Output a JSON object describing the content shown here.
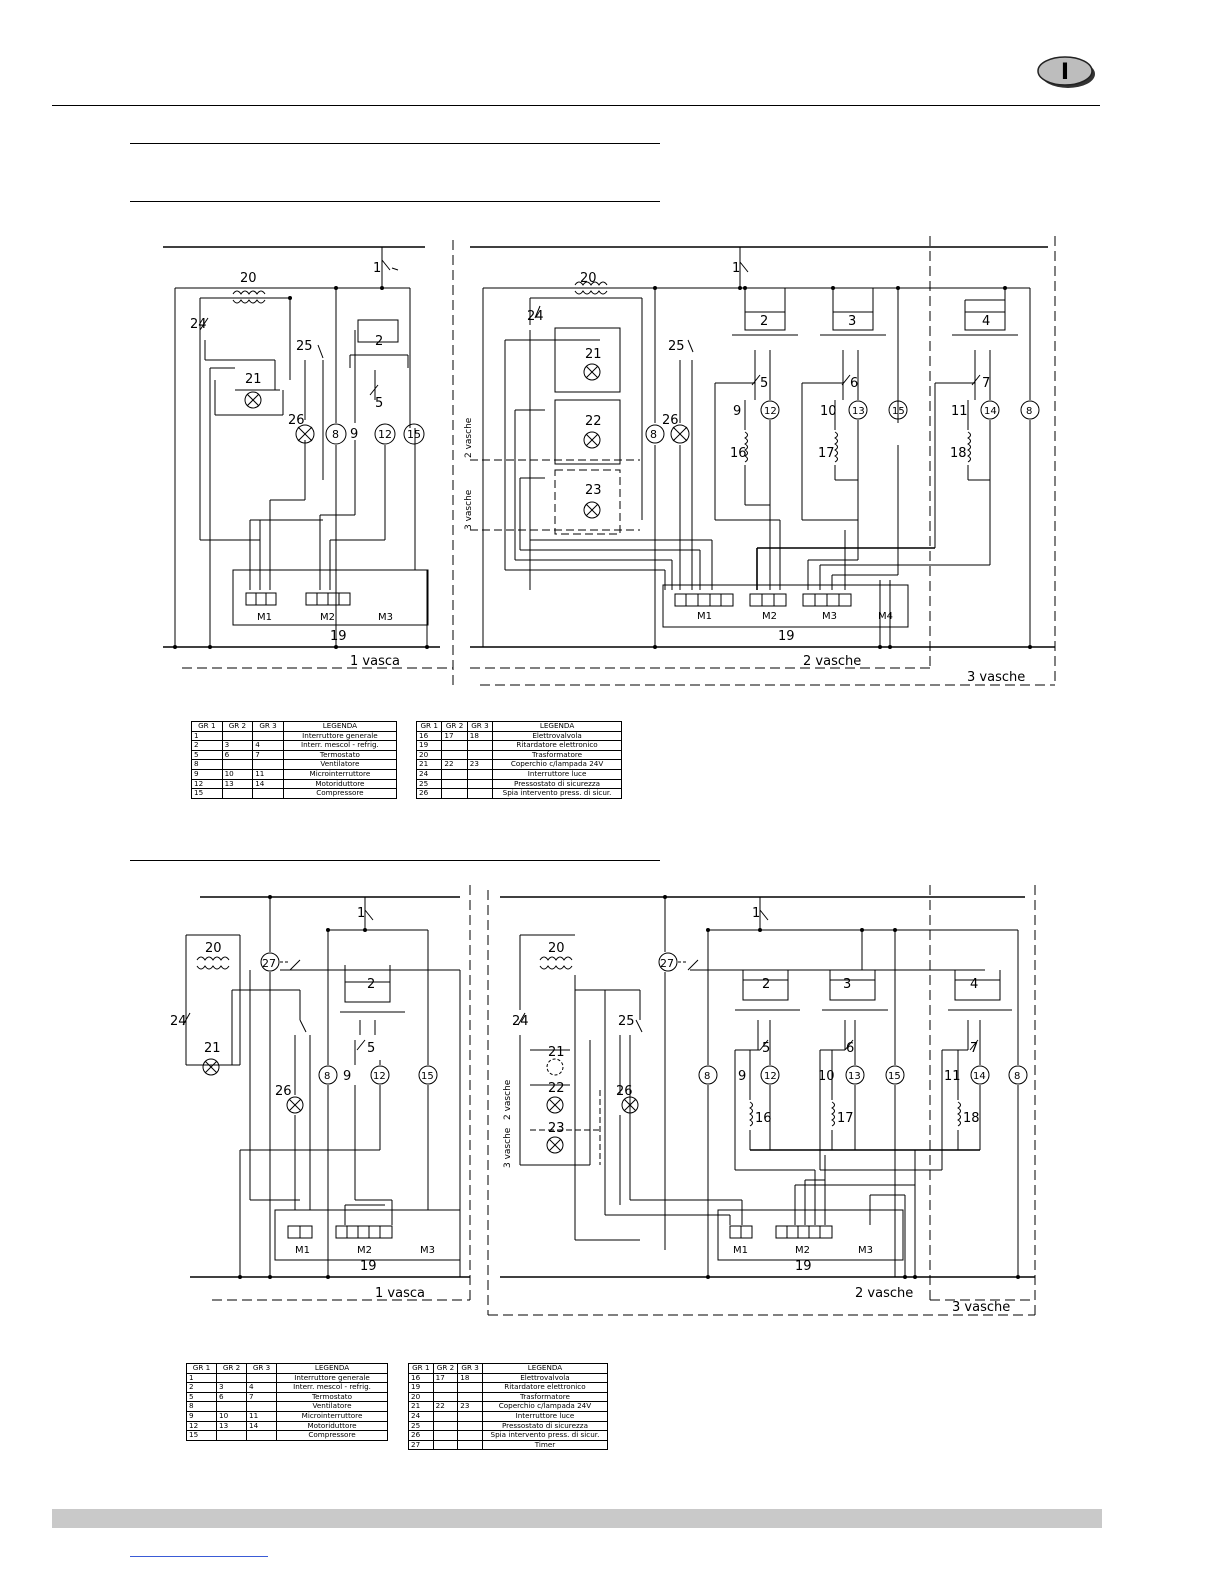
{
  "header": {
    "language_badge": "I"
  },
  "diagram1": {
    "left_label": "1 vasca",
    "mid_label": "2 vasche",
    "right_label": "3 vasche",
    "side_labels": [
      "2 vasche",
      "3 vasche"
    ],
    "labels": [
      "20",
      "24",
      "1",
      "21",
      "25",
      "2",
      "5",
      "26",
      "8",
      "9",
      "12",
      "15",
      "19",
      "M1",
      "M2",
      "M3",
      "22",
      "23",
      "3",
      "4",
      "6",
      "7",
      "10",
      "11",
      "13",
      "14",
      "16",
      "17",
      "18",
      "M4"
    ]
  },
  "diagram2": {
    "left_label": "1 vasca",
    "mid_label": "2 vasche",
    "right_label": "3 vasche",
    "side_labels": [
      "2 vasche",
      "3 vasche"
    ],
    "labels": [
      "20",
      "27",
      "24",
      "21",
      "26",
      "25",
      "1",
      "2",
      "5",
      "8",
      "9",
      "12",
      "15",
      "19",
      "M1",
      "M2",
      "M3",
      "22",
      "23",
      "3",
      "4",
      "6",
      "7",
      "10",
      "11",
      "13",
      "14",
      "16",
      "17",
      "18"
    ]
  },
  "legend1": {
    "headers": [
      "GR 1",
      "GR 2",
      "GR 3",
      "LEGENDA"
    ],
    "left_rows": [
      [
        "1",
        "",
        "",
        "Interruttore generale"
      ],
      [
        "2",
        "3",
        "4",
        "Interr. mescol - refrig."
      ],
      [
        "5",
        "6",
        "7",
        "Termostato"
      ],
      [
        "8",
        "",
        "",
        "Ventilatore"
      ],
      [
        "9",
        "10",
        "11",
        "Microinterruttore"
      ],
      [
        "12",
        "13",
        "14",
        "Motoriduttore"
      ],
      [
        "15",
        "",
        "",
        "Compressore"
      ]
    ],
    "right_rows": [
      [
        "16",
        "17",
        "18",
        "Elettrovalvola"
      ],
      [
        "19",
        "",
        "",
        "Ritardatore elettronico"
      ],
      [
        "20",
        "",
        "",
        "Trasformatore"
      ],
      [
        "21",
        "22",
        "23",
        "Coperchio c/lampada 24V"
      ],
      [
        "24",
        "",
        "",
        "Interruttore luce"
      ],
      [
        "25",
        "",
        "",
        "Pressostato di sicurezza"
      ],
      [
        "26",
        "",
        "",
        "Spia intervento press. di sicur."
      ]
    ]
  },
  "legend2": {
    "headers": [
      "GR 1",
      "GR 2",
      "GR 3",
      "LEGENDA"
    ],
    "left_rows": [
      [
        "1",
        "",
        "",
        "Interruttore generale"
      ],
      [
        "2",
        "3",
        "4",
        "Interr. mescol - refrig."
      ],
      [
        "5",
        "6",
        "7",
        "Termostato"
      ],
      [
        "8",
        "",
        "",
        "Ventilatore"
      ],
      [
        "9",
        "10",
        "11",
        "Microinterruttore"
      ],
      [
        "12",
        "13",
        "14",
        "Motoriduttore"
      ],
      [
        "15",
        "",
        "",
        "Compressore"
      ]
    ],
    "right_rows": [
      [
        "16",
        "17",
        "18",
        "Elettrovalvola"
      ],
      [
        "19",
        "",
        "",
        "Ritardatore elettronico"
      ],
      [
        "20",
        "",
        "",
        "Trasformatore"
      ],
      [
        "21",
        "22",
        "23",
        "Coperchio c/lampada 24V"
      ],
      [
        "24",
        "",
        "",
        "Interruttore luce"
      ],
      [
        "25",
        "",
        "",
        "Pressostato di sicurezza"
      ],
      [
        "26",
        "",
        "",
        "Spia intervento press. di sicur."
      ],
      [
        "27",
        "",
        "",
        "Timer"
      ]
    ]
  }
}
